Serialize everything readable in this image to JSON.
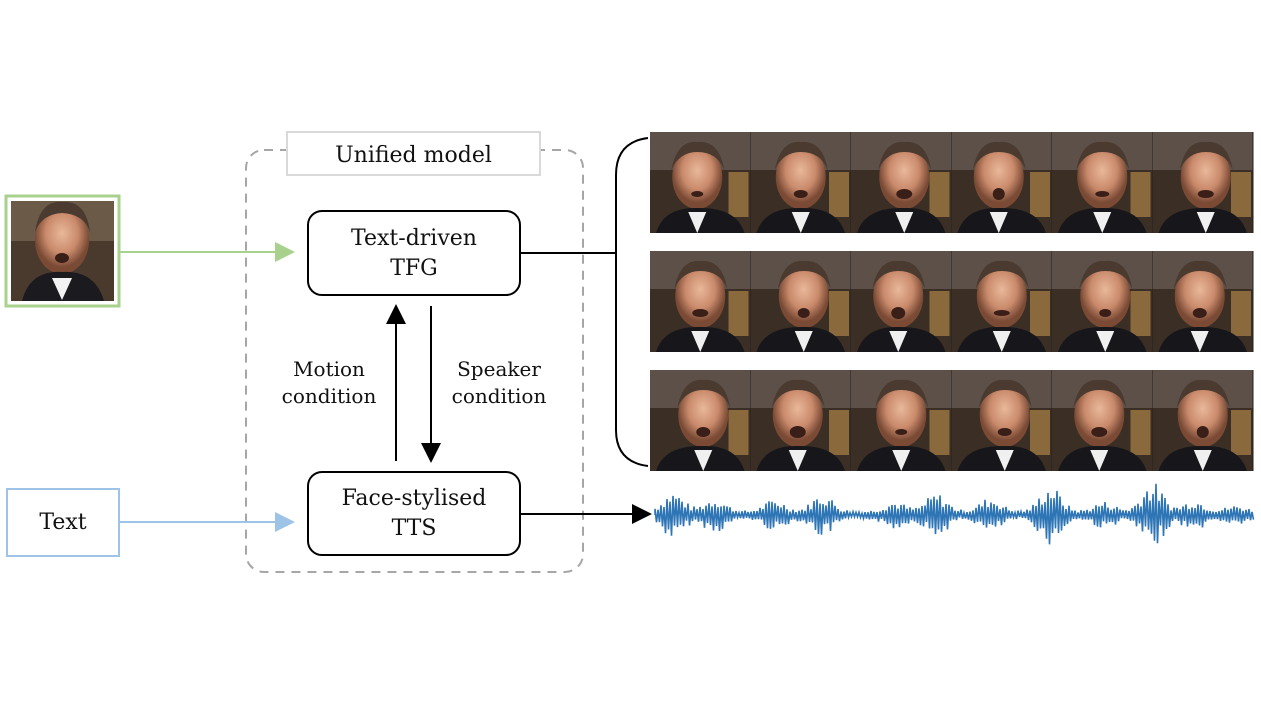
{
  "container": {
    "title": "Unified model"
  },
  "inputs": {
    "text_label": "Text"
  },
  "blocks": {
    "tfg": {
      "line1": "Text-driven",
      "line2": "TFG"
    },
    "tts": {
      "line1": "Face-stylised",
      "line2": "TTS"
    }
  },
  "conditions": {
    "motion": {
      "line1": "Motion",
      "line2": "condition"
    },
    "speaker": {
      "line1": "Speaker",
      "line2": "condition"
    }
  },
  "colors": {
    "image_input_border": "#a9d18e",
    "text_input_border": "#9dc3e6",
    "waveform": "#2e75b6",
    "dashed_border": "#a6a6a6"
  },
  "output": {
    "frame_rows": 3,
    "frames_per_row": 6
  }
}
